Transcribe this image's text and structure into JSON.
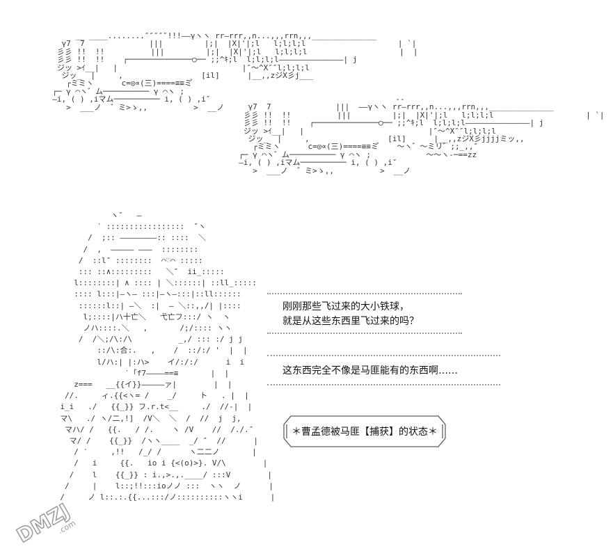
{
  "art": {
    "tank_top": "       __ ____........″″″″″!!!——γヽヽ rr–rrr,,n...,,,rrn,,,______________\n    γ7  7              |||         |;|  |X|'|;l   l;l;l;l                    | `|\n   彡彡 !!  !!          |||         |;|  |X|'|;l   l;l;l;l                    |  |\n   彡彡 !!  !!    ┌──────────────○── ;;^ｷ;l  l;l;l;l——————————————| j\n   ジッ >ｲ__|   |                           |″〜^X″″l;l;l;l\n    ジッ_  |     ,                 [il]      |__,,zジX彡j___\n     ┌ミミヽ      c=◎∝(三)====≡≡ミ゚\n  ┌─ γ ⌒ヽ゛ム────────── γ ⌒ヽ ;\n  —i, ( ) ,iマム────────── i, ( ) ,i″\n     >  ___ノ  ゛ミ>ゝ,,          >  __ノ",
    "tank_bottom": "                                    --\n    γ7  7              |||  ——γヽヽ rr–rrr,,n...,,,rrn,,,______________\n   彡彡 !!  !!          |||         |;|  |X|'|;l   l;l;l;l                    | `|\n   彡彡 !!  !!    ┌──────────────○── ;;^ｷ;l  l;l;l;l——————————————| j\n   ジッ >ｲ__|   |                           |″〜^X″″l;l;l;l\n    ジッ_  |     ,                 [il]      |__,,zジX彡jjjjミッ,,\n     ┌ミミヽ      c=◎∝(三)====≡≡ミ゚    〜ヽ゛〜ミリ゛;;_,,″\n  ┌─ γ ⌒ヽ゛ム────────── γ ⌒ヽ ;            〜〜ヽ-─==zz\n  —i, ( ) ,iマム────────── i, ( ) ,i″\n     >  ___ノ  ゛ミ>ゝ,,          >  __ノ",
    "character": "                  ヽ″   —\n               ′ :::::::::::::::::  ″ヽ\n             /  ;:: ————————:: ::::  ＼\n            /  ,  ————— ———  ::::::::\n           /  ::l″ ::::::::  ⌒♡⌒ :::::\n           ::: ::∧:::::::::   ＼″  ii_:::::\n          l::::::::| ∧ :::: | ＼::::::| ::ll_:::::\n          :::: l:::|—ヽ— :::|—ヽ—:::|::ll::::::\n           ::::::l::| —＼  :|  — ＼::,,/| |::::\n            l;::::|ハ十亡＼   弋亡フ:::/ ヽ  ヽ\n            ノハ::::.＼   ,       /;/:::: ヽヽ\n           /  /＼;/\\:/\\          _,/ ::: :/ j j\n               ::/\\:合:.   ,    /  ::/:/ '  |  |\n               l/ハ:| |:ハ>    イ/:/:/      i  i\n                     ′「f7————==≡       |  |\n          z===   __{{イ}}—————ァ|        |  |\n        //.     ィ.{{<ヽ= /    _/     ト   . |  |\n       i_i   ./   {{_}} フ.r.t<__     ./  //-|  |\n       マ\\   ./ ヽ/二,!]  /V＼  ＼  /  //  j  j,\n        マハ/ /   {{.   / /.    ヽ /V    //  /./.″\n         マ/ /    {{_}}  /ヽヽ____  _/ ″  //      |\n          / ′     ,!!   /_/ /      ヽ二二ノ       |\n          /   i     {{.   io i {<(o)>}. V/\\        |\n         /    l    {{_}} : i.,>.,.____/ :::V        |\n        /     |    l::;!!:::ioノノ :::  ヽヽ  ノ      |\n       /     ノ l::.:.{{...:::/ノ::::::::::ヽヽi      |"
  },
  "dialogue": {
    "line1": "刚刚那些飞过来的大小铁球，",
    "line2": "就是从这些东西里飞过来的吗？",
    "line3": "这东西完全不像是马匪能有的东西啊……"
  },
  "caption": "＊曹孟德被马匪【捕获】的状态＊",
  "watermark": "DMZJ",
  "watermark_sub": ".com",
  "colors": {
    "ink": "#333333",
    "text": "#111111",
    "watermark": "#9a9a9a"
  }
}
